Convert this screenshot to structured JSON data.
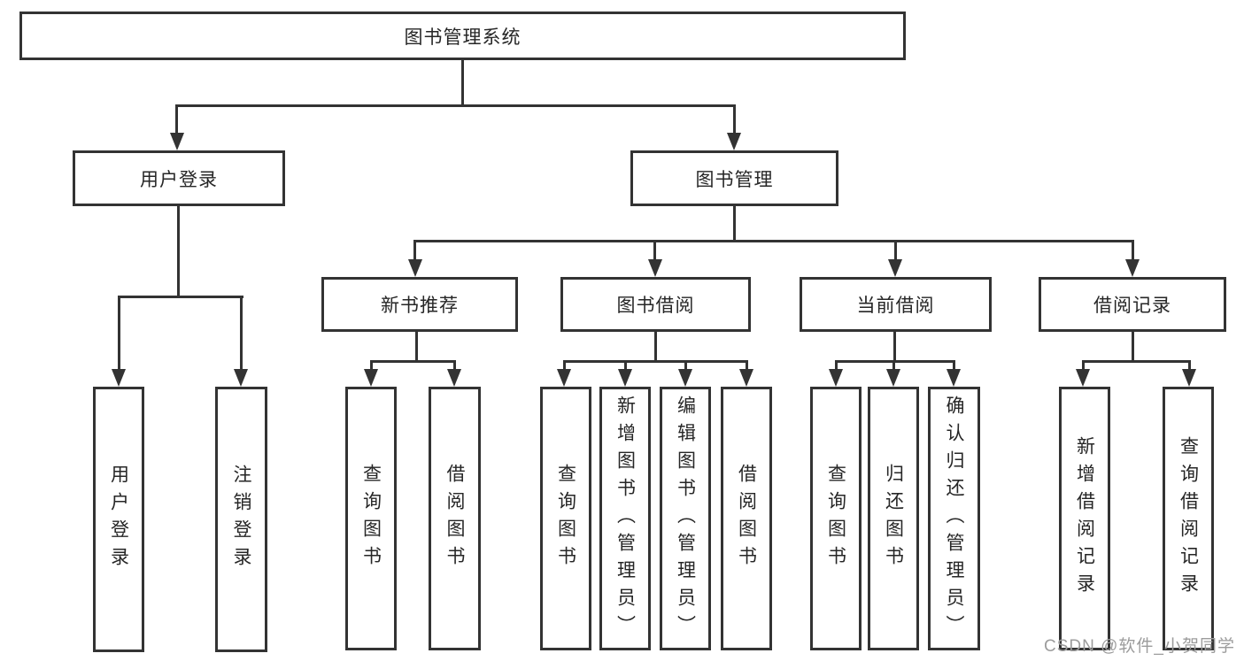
{
  "root": {
    "label": "图书管理系统"
  },
  "branches": [
    {
      "label": "用户登录"
    },
    {
      "label": "图书管理"
    }
  ],
  "modules": [
    {
      "label": "新书推荐"
    },
    {
      "label": "图书借阅"
    },
    {
      "label": "当前借阅"
    },
    {
      "label": "借阅记录"
    }
  ],
  "leaves": [
    {
      "label": "用户登录"
    },
    {
      "label": "注销登录"
    },
    {
      "label": "查询图书"
    },
    {
      "label": "借阅图书"
    },
    {
      "label": "查询图书"
    },
    {
      "label": "新增图书（管理员）"
    },
    {
      "label": "编辑图书（管理员）"
    },
    {
      "label": "借阅图书"
    },
    {
      "label": "查询图书"
    },
    {
      "label": "归还图书"
    },
    {
      "label": "确认归还（管理员）"
    },
    {
      "label": "新增借阅记录"
    },
    {
      "label": "查询借阅记录"
    }
  ],
  "watermark": {
    "text": "CSDN @软件_小贺同学"
  },
  "colors": {
    "line": "#333333",
    "text": "#262626",
    "background": "#ffffff",
    "watermark": "#9c9c9c"
  }
}
